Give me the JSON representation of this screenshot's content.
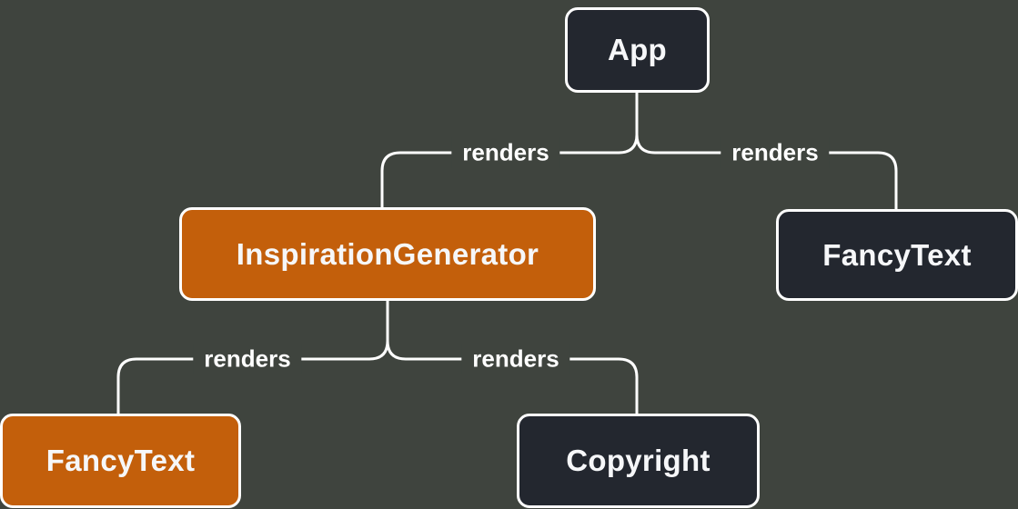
{
  "background": "#3F443E",
  "line_color": "#FFFFFF",
  "text_color": "#F6F7F9",
  "nodes": {
    "app": {
      "label": "App",
      "color": "#23272F"
    },
    "inspiration_generator": {
      "label": "InspirationGenerator",
      "color": "#C35F0B"
    },
    "fancy_text_top": {
      "label": "FancyText",
      "color": "#23272F"
    },
    "fancy_text_bottom": {
      "label": "FancyText",
      "color": "#C35F0B"
    },
    "copyright": {
      "label": "Copyright",
      "color": "#23272F"
    }
  },
  "edges": [
    {
      "from": "App",
      "to": "InspirationGenerator",
      "label": "renders"
    },
    {
      "from": "App",
      "to": "FancyText",
      "label": "renders"
    },
    {
      "from": "InspirationGenerator",
      "to": "FancyText",
      "label": "renders"
    },
    {
      "from": "InspirationGenerator",
      "to": "Copyright",
      "label": "renders"
    }
  ]
}
